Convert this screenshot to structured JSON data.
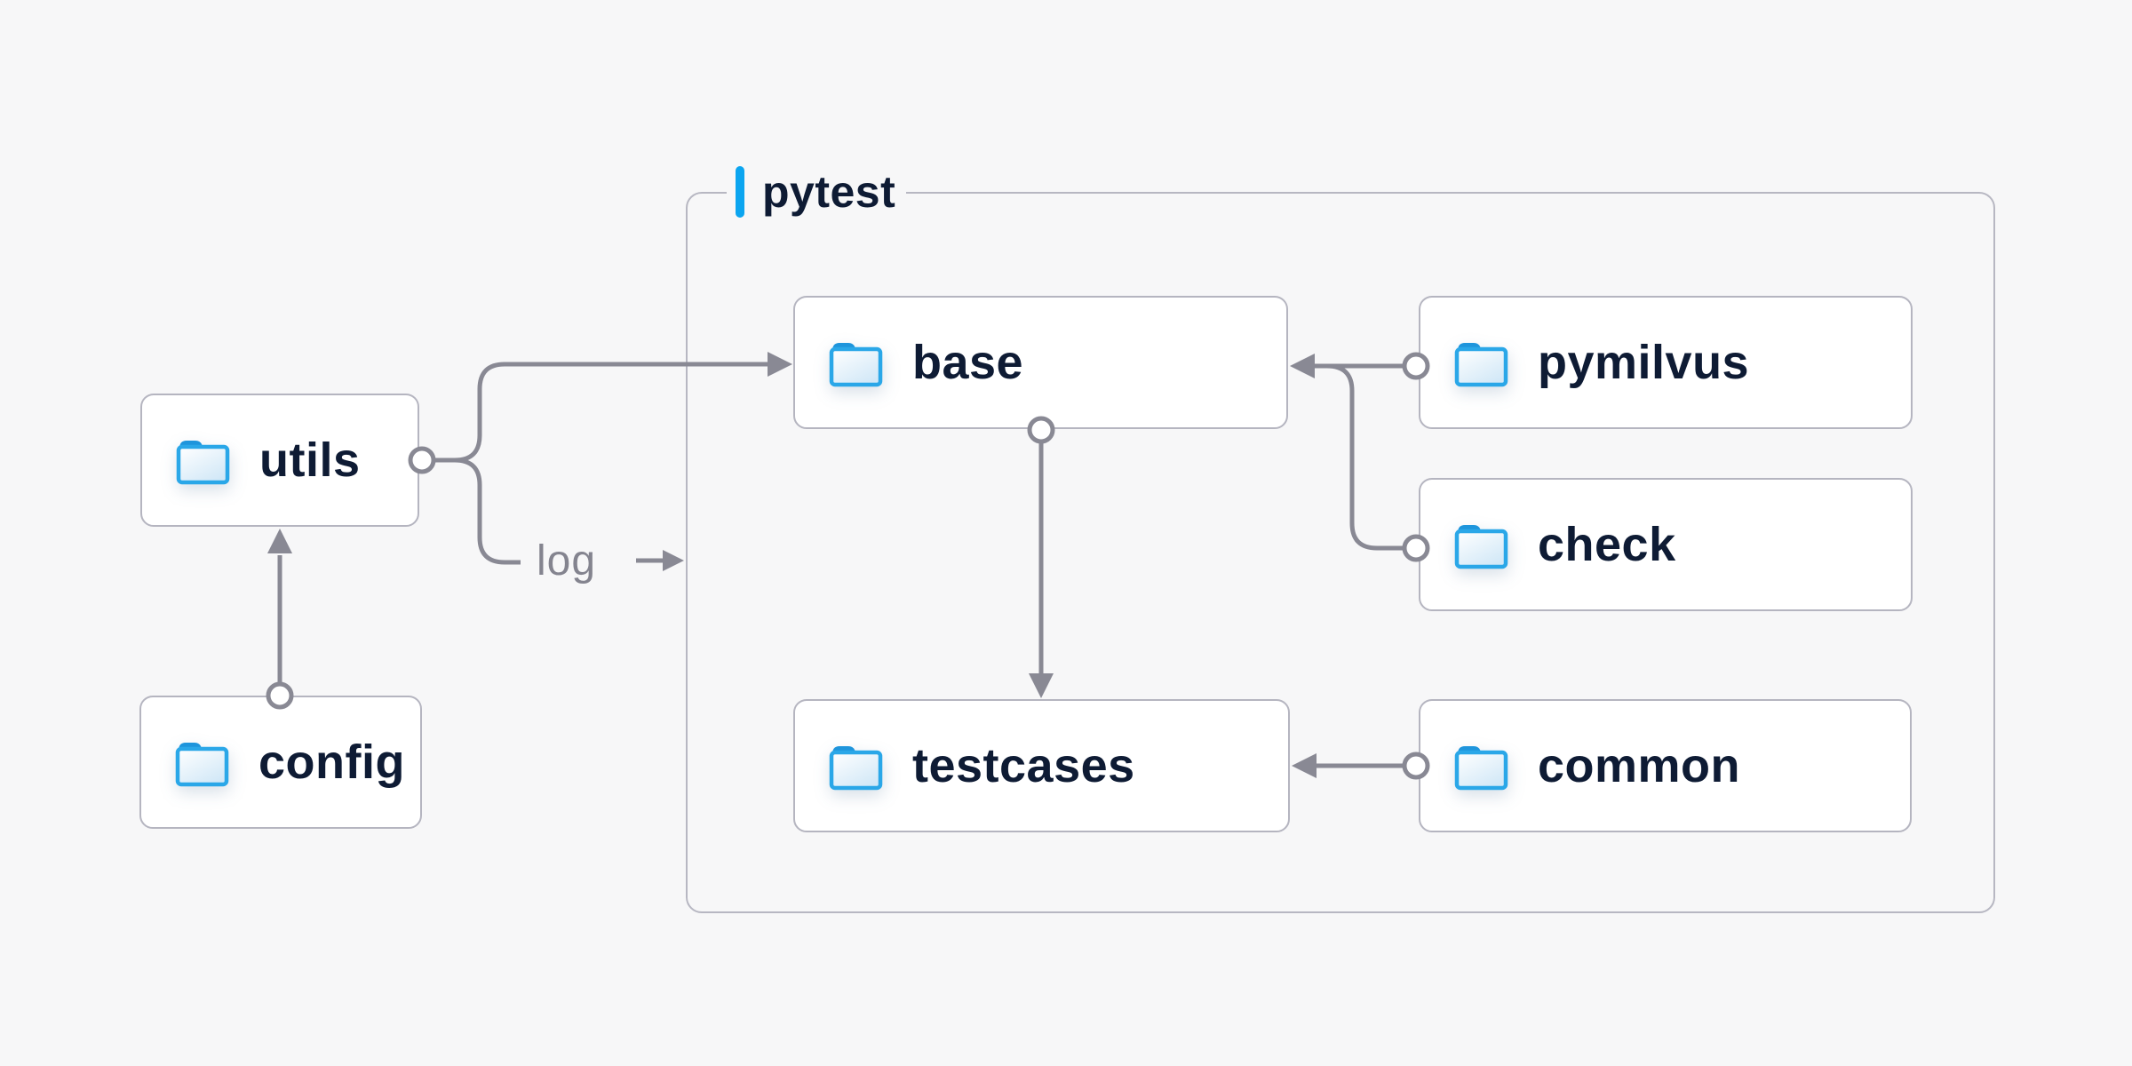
{
  "diagram": {
    "background_color": "#f7f7f8",
    "container": {
      "label": "pytest",
      "accent_color": "#0ba5f0",
      "border_color": "#b7b7c2"
    },
    "nodes": [
      {
        "id": "utils",
        "label": "utils",
        "icon": "folder-icon"
      },
      {
        "id": "config",
        "label": "config",
        "icon": "folder-icon"
      },
      {
        "id": "base",
        "label": "base",
        "icon": "folder-icon"
      },
      {
        "id": "pymilvus",
        "label": "pymilvus",
        "icon": "folder-icon"
      },
      {
        "id": "check",
        "label": "check",
        "icon": "folder-icon"
      },
      {
        "id": "testcases",
        "label": "testcases",
        "icon": "folder-icon"
      },
      {
        "id": "common",
        "label": "common",
        "icon": "folder-icon"
      }
    ],
    "edges": [
      {
        "from": "config",
        "to": "utils",
        "label": ""
      },
      {
        "from": "utils",
        "to": "base",
        "label": ""
      },
      {
        "from": "utils",
        "to": "pytest",
        "label": "log"
      },
      {
        "from": "pymilvus",
        "to": "base",
        "label": ""
      },
      {
        "from": "check",
        "to": "base",
        "label": ""
      },
      {
        "from": "base",
        "to": "testcases",
        "label": ""
      },
      {
        "from": "common",
        "to": "testcases",
        "label": ""
      }
    ],
    "colors": {
      "node_border": "#b5b5c0",
      "node_background": "#ffffff",
      "label_text": "#0e1b34",
      "edge_gray": "#898994",
      "log_text": "#84848f",
      "folder_stroke": "#2aa7e8",
      "folder_tab": "#1e95dc",
      "folder_fill_light": "#ffffff",
      "folder_fill_dark": "#d2e8f7"
    }
  }
}
